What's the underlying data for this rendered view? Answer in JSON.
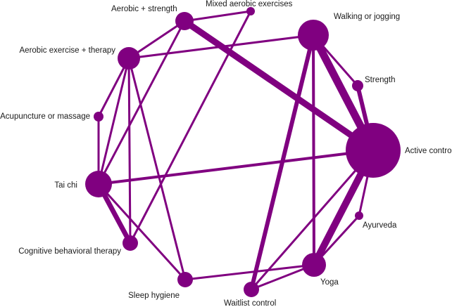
{
  "diagram": {
    "node_color": "#800080",
    "edge_color": "#800080",
    "label_color": "#1a1a1a",
    "nodes": [
      {
        "id": "aerobic-strength",
        "label": "Aerobic + strength"
      },
      {
        "id": "mixed-aerobic",
        "label": "Mixed aerobic exercises"
      },
      {
        "id": "walking-jogging",
        "label": "Walking or jogging"
      },
      {
        "id": "aerobic-therapy",
        "label": "Aerobic exercise + therapy"
      },
      {
        "id": "strength",
        "label": "Strength"
      },
      {
        "id": "acupuncture-massage",
        "label": "Acupuncture or massage"
      },
      {
        "id": "active-control",
        "label": "Active control"
      },
      {
        "id": "tai-chi",
        "label": "Tai chi"
      },
      {
        "id": "ayurveda",
        "label": "Ayurveda"
      },
      {
        "id": "cbt",
        "label": "Cognitive behavioral therapy"
      },
      {
        "id": "yoga",
        "label": "Yoga"
      },
      {
        "id": "sleep-hygiene",
        "label": "Sleep hygiene"
      },
      {
        "id": "waitlist-control",
        "label": "Waitlist control"
      }
    ],
    "edges": [
      {
        "from": "aerobic-strength",
        "to": "mixed-aerobic"
      },
      {
        "from": "aerobic-strength",
        "to": "aerobic-therapy"
      },
      {
        "from": "aerobic-strength",
        "to": "active-control"
      },
      {
        "from": "aerobic-strength",
        "to": "tai-chi"
      },
      {
        "from": "mixed-aerobic",
        "to": "cbt"
      },
      {
        "from": "aerobic-therapy",
        "to": "walking-jogging"
      },
      {
        "from": "aerobic-therapy",
        "to": "acupuncture-massage"
      },
      {
        "from": "aerobic-therapy",
        "to": "tai-chi"
      },
      {
        "from": "aerobic-therapy",
        "to": "cbt"
      },
      {
        "from": "aerobic-therapy",
        "to": "sleep-hygiene"
      },
      {
        "from": "walking-jogging",
        "to": "strength"
      },
      {
        "from": "walking-jogging",
        "to": "active-control"
      },
      {
        "from": "walking-jogging",
        "to": "waitlist-control"
      },
      {
        "from": "walking-jogging",
        "to": "yoga"
      },
      {
        "from": "strength",
        "to": "active-control"
      },
      {
        "from": "acupuncture-massage",
        "to": "tai-chi"
      },
      {
        "from": "tai-chi",
        "to": "active-control"
      },
      {
        "from": "tai-chi",
        "to": "cbt"
      },
      {
        "from": "tai-chi",
        "to": "sleep-hygiene"
      },
      {
        "from": "active-control",
        "to": "ayurveda"
      },
      {
        "from": "active-control",
        "to": "yoga"
      },
      {
        "from": "active-control",
        "to": "waitlist-control"
      },
      {
        "from": "ayurveda",
        "to": "yoga"
      },
      {
        "from": "sleep-hygiene",
        "to": "yoga"
      },
      {
        "from": "waitlist-control",
        "to": "yoga"
      }
    ]
  }
}
